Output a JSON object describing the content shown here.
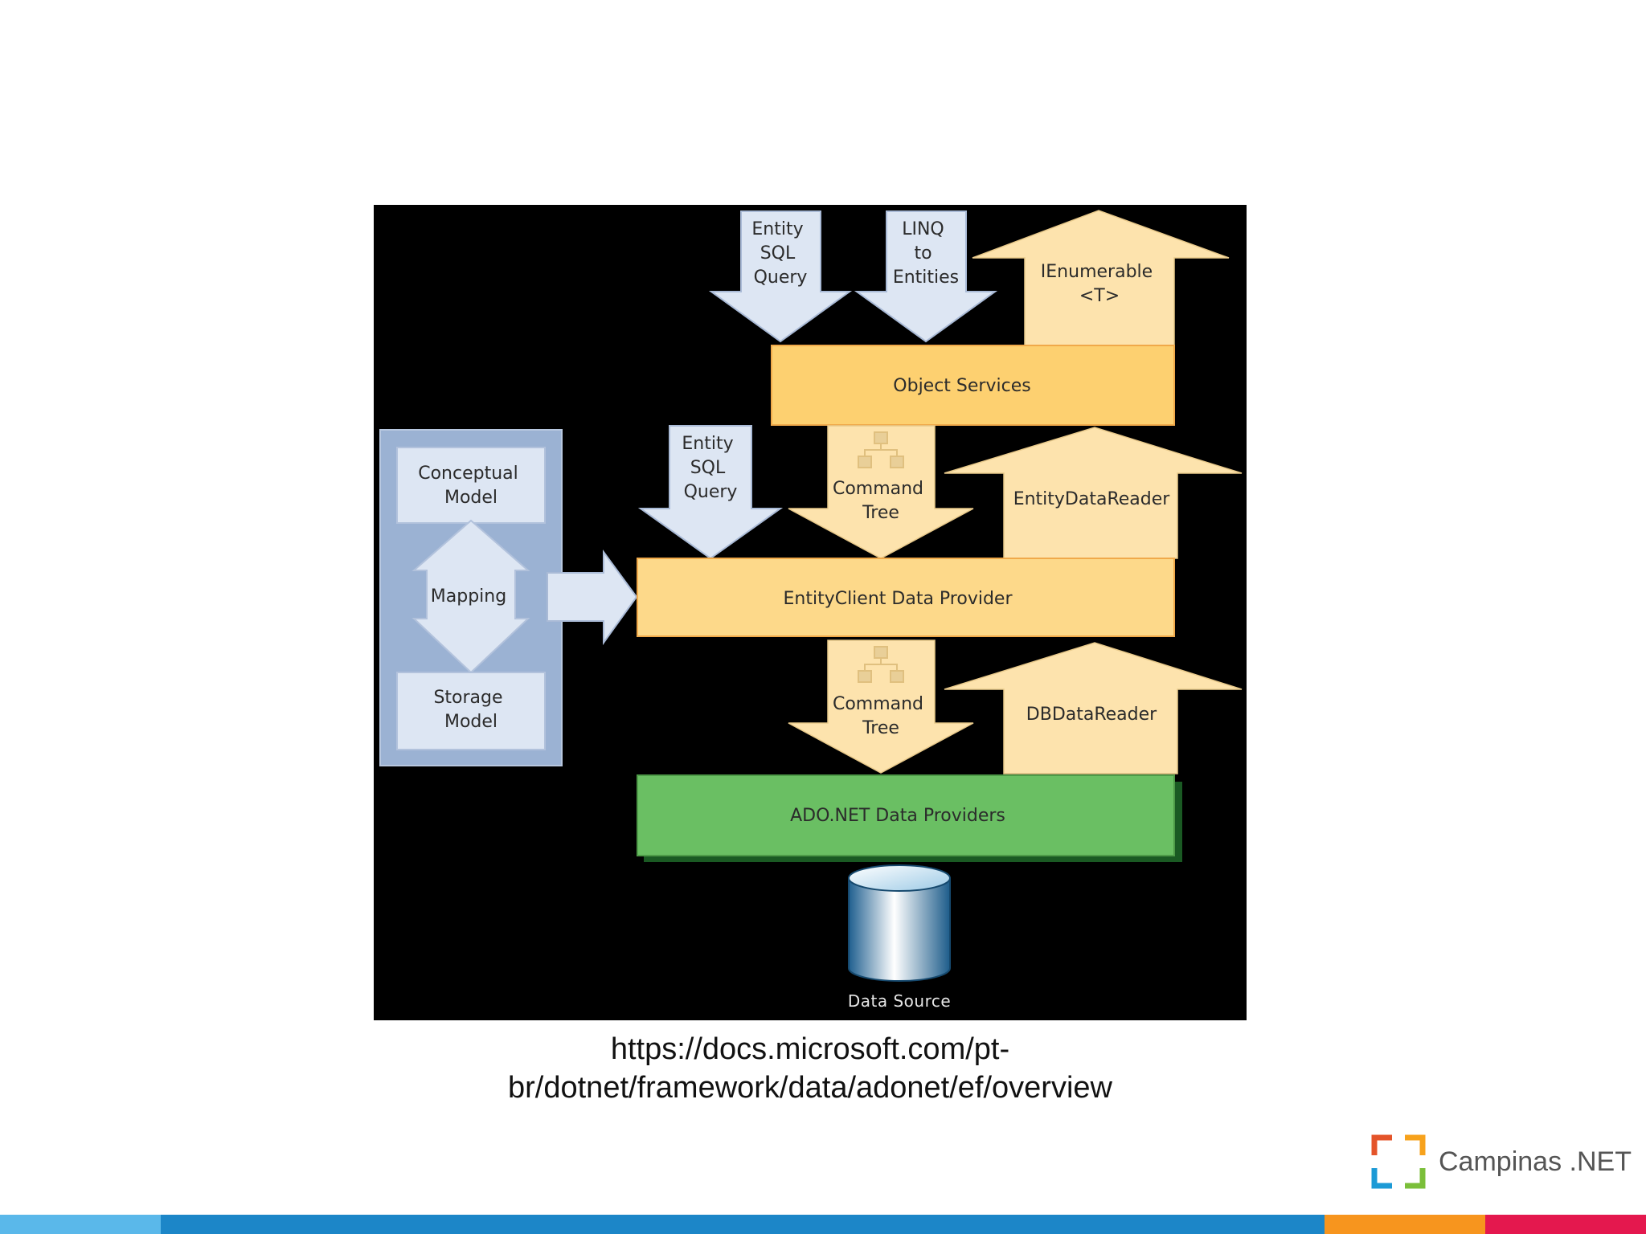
{
  "diagram": {
    "entity_sql_query_top": [
      "Entity",
      "SQL",
      "Query"
    ],
    "linq_to_entities": [
      "LINQ",
      "to",
      "Entities"
    ],
    "ienumerable": [
      "IEnumerable",
      "<T>"
    ],
    "object_services": "Object Services",
    "entity_sql_query_mid": [
      "Entity",
      "SQL",
      "Query"
    ],
    "command_tree_1": [
      "Command",
      "Tree"
    ],
    "entity_data_reader": "EntityDataReader",
    "conceptual_model": [
      "Conceptual",
      "Model"
    ],
    "mapping": "Mapping",
    "storage_model": [
      "Storage",
      "Model"
    ],
    "entityclient_provider": "EntityClient Data Provider",
    "command_tree_2": [
      "Command",
      "Tree"
    ],
    "db_data_reader": "DBDataReader",
    "adonet_providers": "ADO.NET Data Providers",
    "data_source": "Data Source"
  },
  "caption": {
    "line1": "https://docs.microsoft.com/pt-",
    "line2": "br/dotnet/framework/data/adonet/ef/overview"
  },
  "brand": {
    "name": "Campinas .NET"
  },
  "colors": {
    "diagram_bg": "#000000",
    "blue_arrow": "#dde6f3",
    "peach": "#fde3ad",
    "gold": "#fdd070",
    "green": "#6abf63",
    "side_panel": "#9bb2d3",
    "bar_light_blue": "#5ab8ea",
    "bar_blue": "#1c86c8",
    "bar_orange": "#f7951e",
    "bar_red": "#e4184e"
  }
}
